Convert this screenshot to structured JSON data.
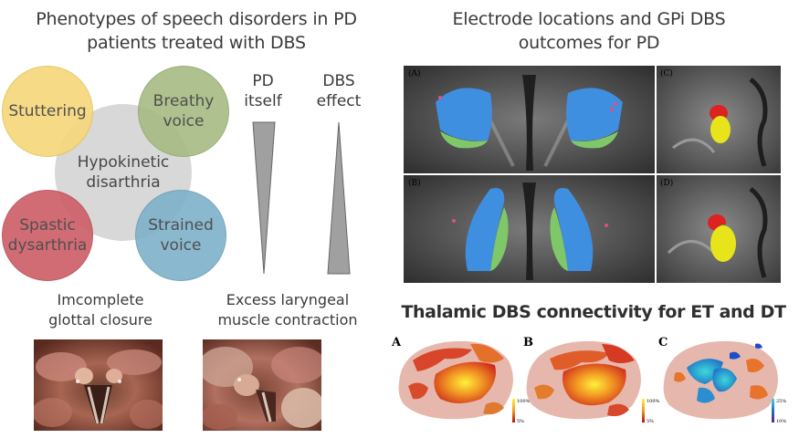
{
  "left": {
    "title_line1": "Phenotypes of speech disorders in PD",
    "title_line2": "patients treated with DBS",
    "circles": {
      "stuttering": "Stuttering",
      "breathy_line1": "Breathy",
      "breathy_line2": "voice",
      "hypokinetic_line1": "Hypokinetic",
      "hypokinetic_line2": "disarthria",
      "spastic_line1": "Spastic",
      "spastic_line2": "dysarthria",
      "strained_line1": "Strained",
      "strained_line2": "voice"
    },
    "colors": {
      "stuttering": "#f6d77a",
      "breathy": "#a7bb82",
      "hypokinetic": "#d6d6d6",
      "spastic": "#cd5c66",
      "strained": "#7eb1c9"
    },
    "pd_label_line1": "PD",
    "pd_label_line2": "itself",
    "dbs_label_line1": "DBS",
    "dbs_label_line2": "effect",
    "caption_left_line1": "Imcomplete",
    "caption_left_line2": "glottal closure",
    "caption_right_line1": "Excess laryngeal",
    "caption_right_line2": "muscle contraction"
  },
  "right": {
    "title_line1": "Electrode locations and GPi DBS",
    "title_line2": "outcomes for PD",
    "mri_panels": [
      "(A)",
      "(B)",
      "(C)",
      "(D)"
    ],
    "thalamic_title": "Thalamic DBS connectivity for ET and DT",
    "brain_labels": [
      "A",
      "B",
      "C"
    ],
    "scale_ab_top": "100%",
    "scale_ab_bottom": "5%",
    "scale_c_top": "25%",
    "scale_c_bottom": "10%"
  }
}
